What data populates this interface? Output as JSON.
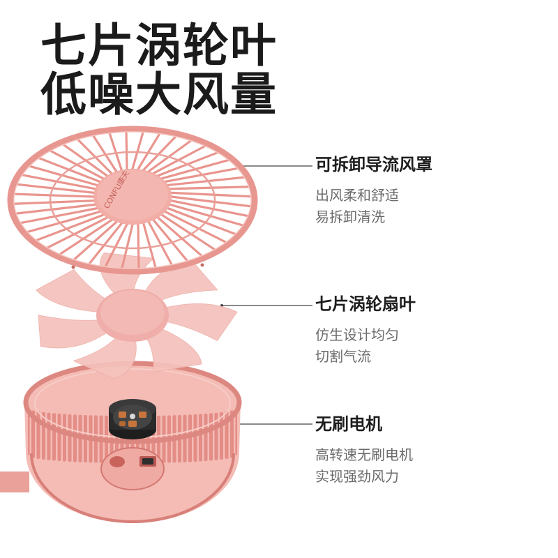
{
  "headline": {
    "line1": "七片涡轮叶",
    "line2": "低噪大风量"
  },
  "product": {
    "brand_logo": "CONFU康夫",
    "colors": {
      "pink": "#ec9d96",
      "pink_dark": "#cf6f68",
      "pink_light": "#f6c7c1",
      "motor": "#2a2a2a",
      "motor_copper": "#c8753d"
    }
  },
  "callouts": [
    {
      "title": "可拆卸导流风罩",
      "lines": [
        "出风柔和舒适",
        "易拆卸清洗"
      ]
    },
    {
      "title": "七片涡轮扇叶",
      "lines": [
        "仿生设计均匀",
        "切割气流"
      ]
    },
    {
      "title": "无刷电机",
      "lines": [
        "高转速无刷电机",
        "实现强劲风力"
      ]
    }
  ],
  "leader_color": "#444444"
}
